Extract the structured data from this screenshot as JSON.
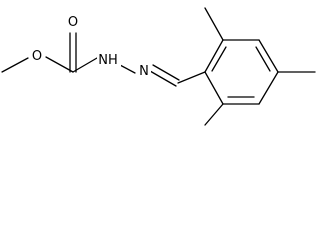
{
  "molecule": {
    "atoms": {
      "carbonyl_oxygen": "O",
      "ester_oxygen": "O",
      "hydrazine_nitrogen_nh": "NH",
      "hydrazone_nitrogen": "N"
    },
    "colors": {
      "bond": "#000000",
      "label": "#000000",
      "background": "#ffffff"
    }
  }
}
